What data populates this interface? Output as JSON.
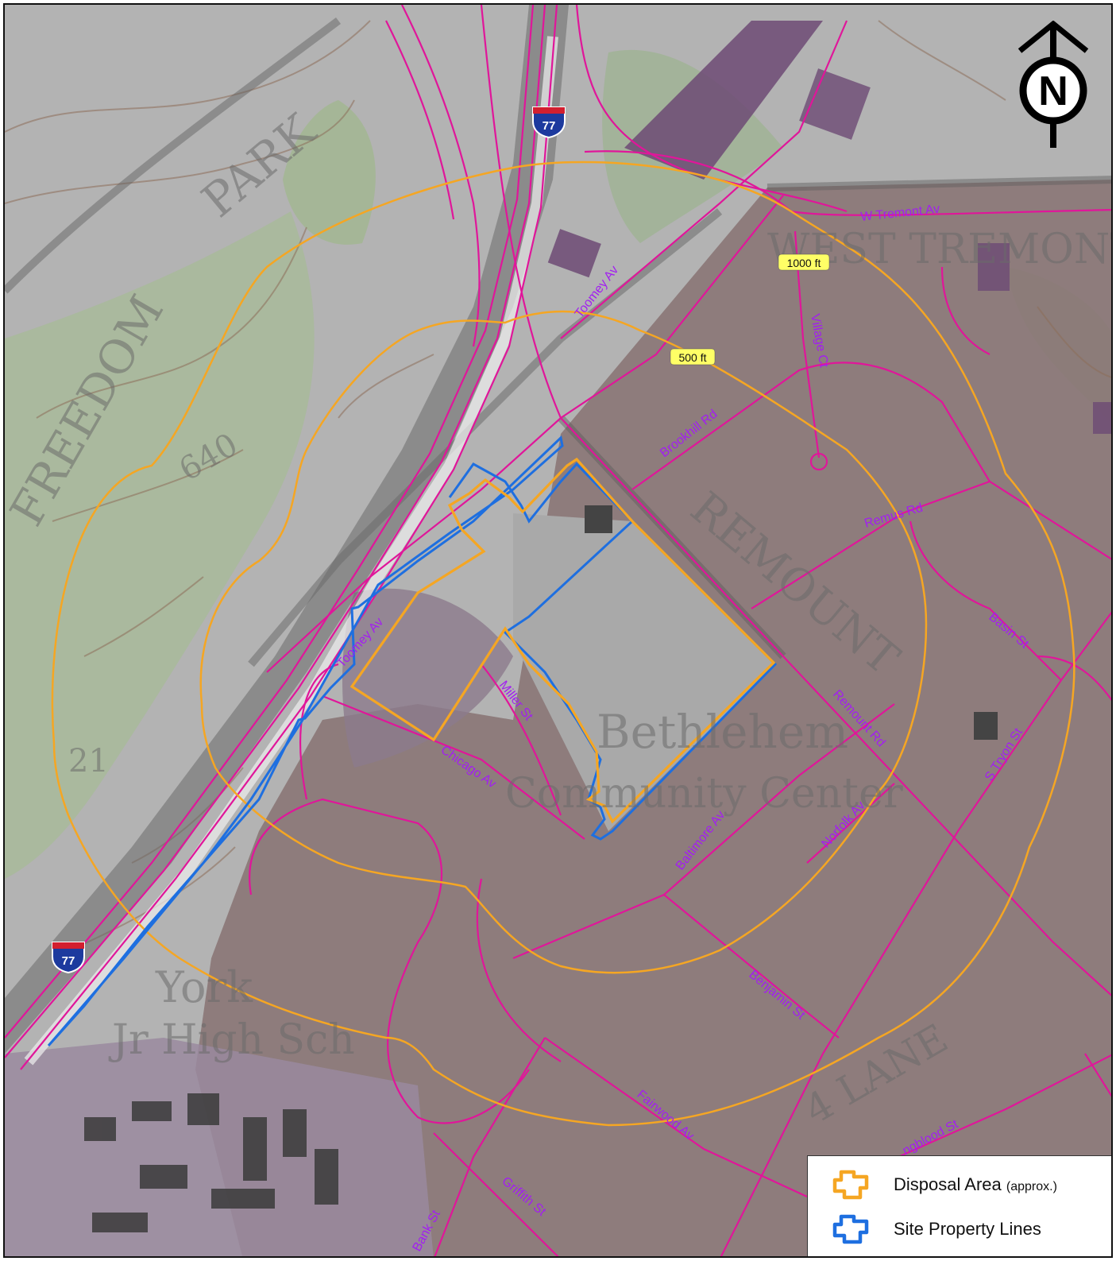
{
  "streets": {
    "w_tremont": "W Tremont Av",
    "toomey_n": "Toomey Av",
    "toomey_s": "Toomey Av",
    "village_ct": "Village Ct",
    "brookhill": "Brookhill Rd",
    "remus": "Remus Rd",
    "basin": "Basin St",
    "remount": "Remount Rd",
    "s_tryon": "S Tryon St",
    "miller": "Miller St",
    "chicago": "Chicago Av",
    "baltimore": "Baltimore Av",
    "norfolk": "Norfolk Av",
    "benjamin": "Benjamin St",
    "fairwood": "Fairwood Av",
    "griffith": "Griffith St",
    "bank": "Bank St",
    "youngblood": "...ngblood St"
  },
  "highway_shields": {
    "i77_top": "77",
    "i77_bottom": "77"
  },
  "buffers": {
    "inner": "500 ft",
    "outer": "1000 ft"
  },
  "background_labels": {
    "park": "PARK",
    "freedom": "FREEDOM",
    "us21": "21",
    "elev": "640",
    "remount_big": "REMOUNT",
    "tremont_big": "WEST TREMONT",
    "bethlehem": "Bethlehem",
    "community": "Community Center",
    "york1": "York",
    "york2": "Jr High Sch",
    "lane": "4 LANE"
  },
  "legend": {
    "disposal": "Disposal Area",
    "disposal_note": "(approx.)",
    "property": "Site Property Lines"
  },
  "north_arrow": "N",
  "colors": {
    "disposal": "#f5a623",
    "property": "#1e6fe0",
    "road": "#e0169a",
    "street_label": "#a21ff0"
  }
}
